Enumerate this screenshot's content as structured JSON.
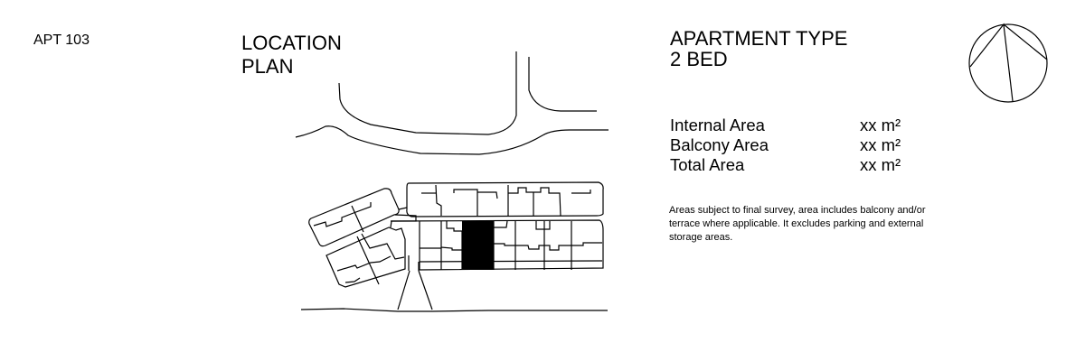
{
  "apartment_id": "APT 103",
  "location_plan": {
    "title_line1": "LOCATION",
    "title_line2": "PLAN",
    "highlighted_unit_color": "#000000"
  },
  "apartment_type": {
    "line1": "APARTMENT TYPE",
    "line2": "2 BED"
  },
  "areas": [
    {
      "label": "Internal Area",
      "value": "xx m²"
    },
    {
      "label": "Balcony Area",
      "value": "xx m²"
    },
    {
      "label": "Total Area",
      "value": "xx m²"
    }
  ],
  "note": "Areas subject to final survey, area includes balcony and/or terrace where applicable. It excludes parking and external storage areas.",
  "north_arrow": {
    "icon": "north-arrow-icon"
  }
}
